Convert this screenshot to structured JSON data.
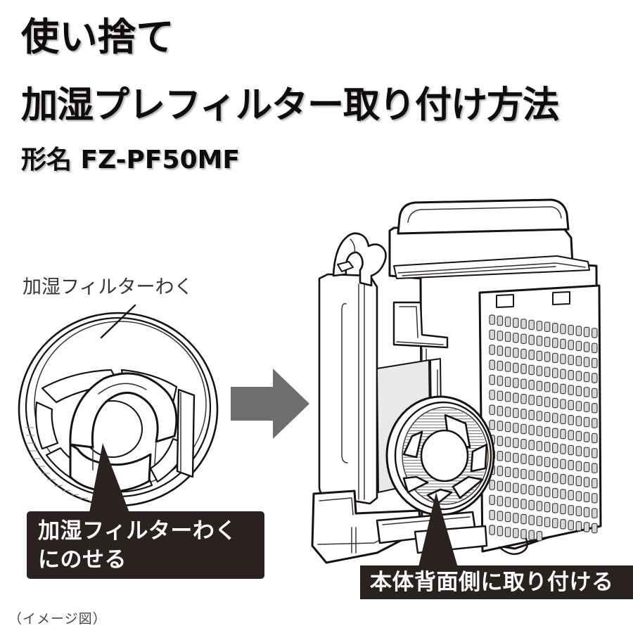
{
  "document": {
    "language": "ja",
    "kind": "product-instruction-illustration"
  },
  "heading": {
    "line1": "使い捨て",
    "line2": "加湿プレフィルター取り付け方法",
    "model_label": "形名 FZ-PF50MF",
    "model_prefix": "形名",
    "model_number": "FZ-PF50MF"
  },
  "labels": {
    "filter_frame": "加湿フィルターわく"
  },
  "callouts": {
    "left": {
      "line1": "加湿フィルターわく",
      "line2": "にのせる",
      "text": "加湿フィルターわくにのせる"
    },
    "right": {
      "text": "本体背面側に取り付ける"
    }
  },
  "footnote": {
    "text": "（イメージ図）"
  },
  "illustrations": {
    "left": {
      "name": "humidifying-filter-frame",
      "description": "円形の加湿フィルターわくにプレフィルターをのせる図"
    },
    "arrow": {
      "name": "process-arrow",
      "direction": "right"
    },
    "right": {
      "name": "air-purifier-rear",
      "description": "空気清浄機本体の背面側にフィルターを取り付ける図"
    }
  },
  "colors": {
    "background": "#ffffff",
    "text": "#100c0b",
    "label_text": "#3a3330",
    "callout_background": "#2a2220",
    "callout_text": "#ffffff",
    "arrow": "#6e6e6e",
    "line_art": "#171210",
    "grille_fill": "#d7d7d9",
    "panel_shade": "#e9e9ec"
  }
}
